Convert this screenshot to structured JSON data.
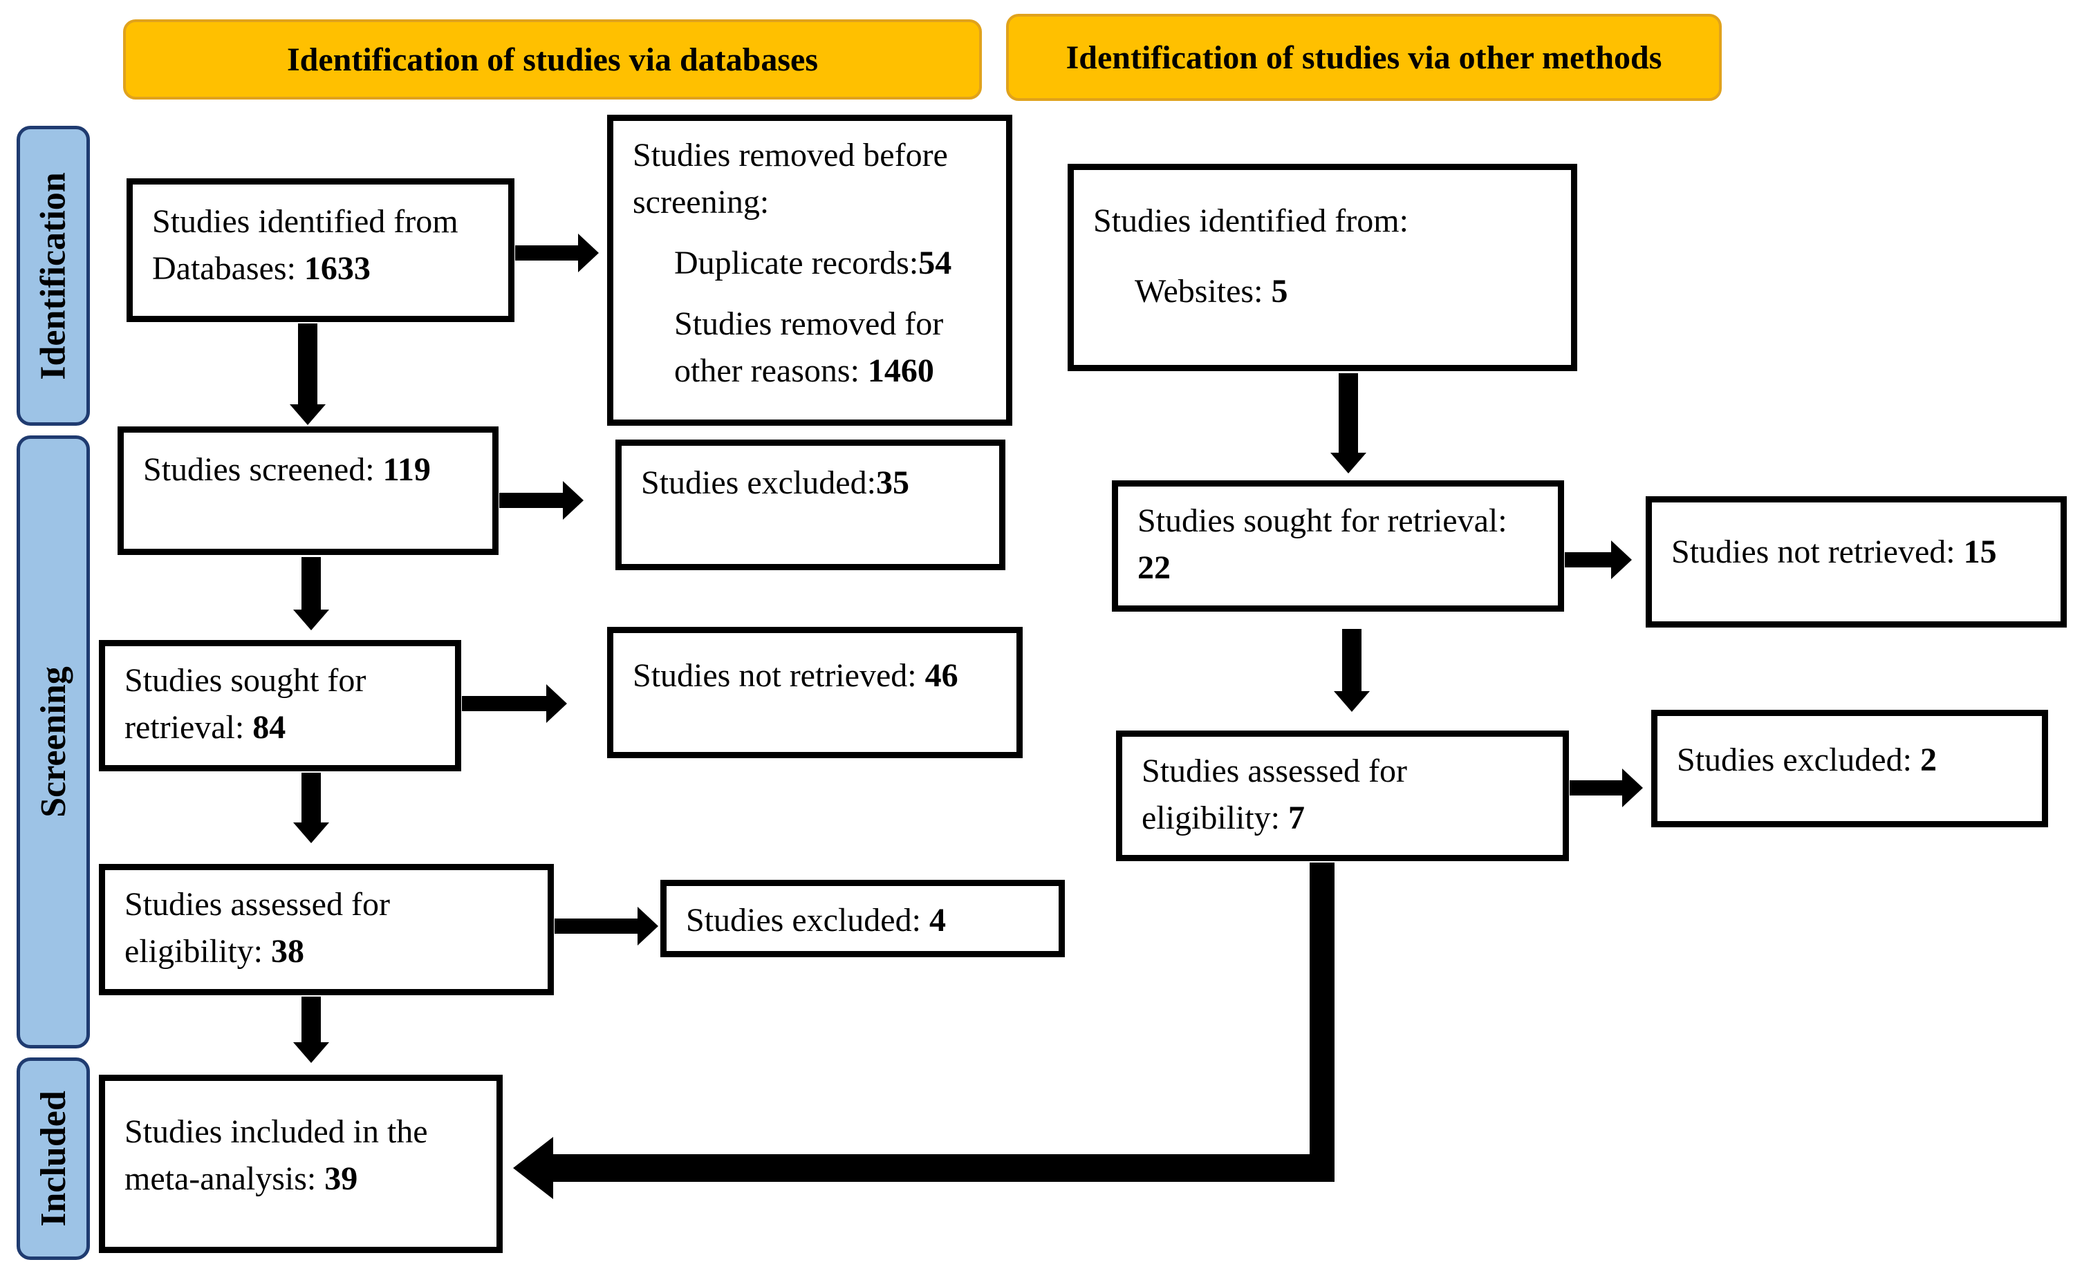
{
  "colors": {
    "header_fill": "#ffc000",
    "phase_fill": "#9dc3e6",
    "box_border": "#000000"
  },
  "headers": {
    "databases": "Identification of studies via databases",
    "other": "Identification of studies via other methods"
  },
  "phases": {
    "identification": "Identification",
    "screening": "Screening",
    "included": "Included"
  },
  "databases": {
    "identified": {
      "text": "Studies identified from Databases:",
      "count": "1633"
    },
    "removed_before": {
      "heading": "Studies removed before screening:",
      "duplicates_label": "Duplicate records:",
      "duplicates_count": "54",
      "other_label": "Studies removed for other reasons:",
      "other_count": "1460"
    },
    "screened": {
      "text": "Studies screened:",
      "count": "119"
    },
    "excluded_screen": {
      "text": "Studies excluded:",
      "count": "35"
    },
    "sought": {
      "text": "Studies sought for retrieval:",
      "count": "84"
    },
    "not_retrieved": {
      "text": "Studies not retrieved:",
      "count": "46"
    },
    "assessed": {
      "text": "Studies assessed for eligibility:",
      "count": "38"
    },
    "excluded_eligibility": {
      "text": "Studies excluded:",
      "count": "4"
    },
    "included": {
      "text": "Studies included in the meta-analysis:",
      "count": "39"
    }
  },
  "other": {
    "identified_heading": "Studies identified from:",
    "websites_label": "Websites:",
    "websites_count": "5",
    "sought": {
      "text": "Studies sought for retrieval:",
      "count": "22"
    },
    "not_retrieved": {
      "text": "Studies not retrieved:",
      "count": "15"
    },
    "assessed": {
      "text": "Studies assessed for eligibility:",
      "count": "7"
    },
    "excluded": {
      "text": "Studies excluded:",
      "count": "2"
    }
  }
}
